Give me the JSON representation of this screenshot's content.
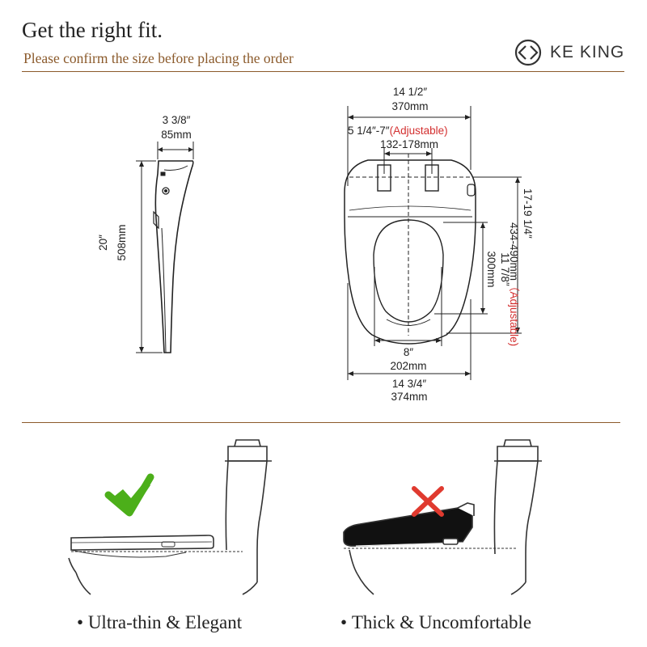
{
  "header": {
    "title": "Get the right fit.",
    "subtitle": "Please confirm the size before placing the order",
    "brand_name": "KE KING",
    "brand_icon": "ke-king-logo-icon"
  },
  "side_view": {
    "depth_in": "3 3/8″",
    "depth_mm": "85mm",
    "length_in": "20″",
    "length_mm": "508mm"
  },
  "top_view": {
    "overall_width_in": "14 1/2″",
    "overall_width_mm": "370mm",
    "hinge_span_in": "5 1/4″-7″",
    "hinge_span_note": "(Adjustable)",
    "hinge_span_mm": "132-178mm",
    "total_length_in": "17-19 1/4″",
    "total_length_mm": "434-490mm",
    "total_length_note": "（Adjustable)",
    "opening_length_in": "11 7/8″",
    "opening_length_mm": "300mm",
    "opening_width_in": "8″",
    "opening_width_mm": "202mm",
    "seat_width_in": "14 3/4″",
    "seat_width_mm": "374mm"
  },
  "comparison": {
    "good_label": "Ultra-thin & Elegant",
    "good_icon": "check-icon",
    "bad_label": "Thick & Uncomfortable",
    "bad_icon": "cross-icon"
  },
  "colors": {
    "accent_brown": "#8b5a2b",
    "adjustable_red": "#d32f2f",
    "check_green": "#4caf1a",
    "cross_red": "#e03a2f"
  }
}
